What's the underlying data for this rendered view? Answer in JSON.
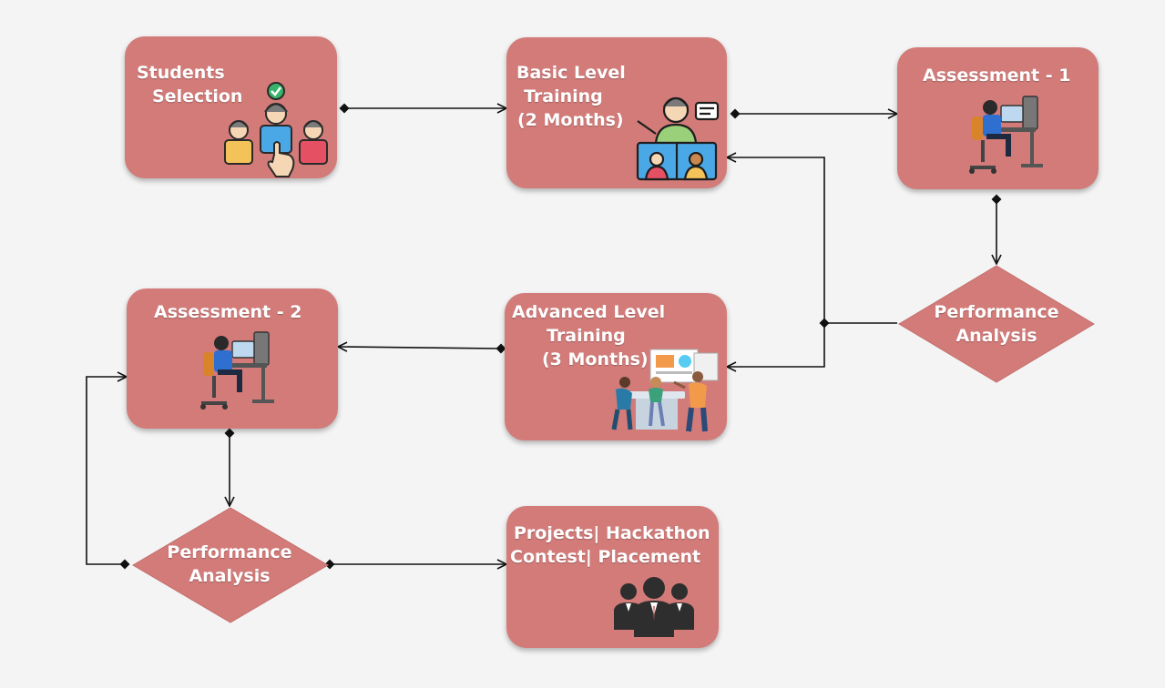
{
  "nodes": {
    "students_selection": {
      "lines": [
        "Students",
        "Selection"
      ],
      "icon": "candidate-selection-icon"
    },
    "basic_training": {
      "lines": [
        "Basic Level",
        "Training",
        "(2 Months)"
      ],
      "icon": "video-training-icon"
    },
    "assessment_1": {
      "lines": [
        "Assessment - 1"
      ],
      "icon": "computer-workstation-icon"
    },
    "performance_analysis_1": {
      "lines": [
        "Performance",
        "Analysis"
      ]
    },
    "advanced_training": {
      "lines": [
        "Advanced Level",
        "Training",
        "(3 Months)"
      ],
      "icon": "team-presentation-icon"
    },
    "assessment_2": {
      "lines": [
        "Assessment - 2"
      ],
      "icon": "computer-workstation-icon"
    },
    "performance_analysis_2": {
      "lines": [
        "Performance",
        "Analysis"
      ]
    },
    "projects": {
      "lines": [
        "Projects| Hackathon",
        "Contest| Placement"
      ],
      "icon": "business-team-icon"
    }
  },
  "colors": {
    "node_fill": "#d27b79",
    "text": "#ffffff",
    "connector": "#111111",
    "background": "#f4f4f4"
  }
}
